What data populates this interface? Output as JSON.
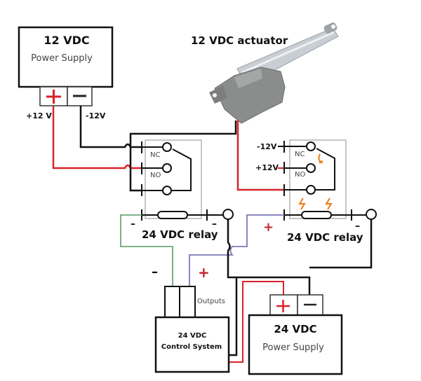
{
  "diagram": {
    "components": {
      "psu12": {
        "title": "12 VDC",
        "subtitle": "Power Supply",
        "plus": "+",
        "minus": "—"
      },
      "actuator": {
        "label": "12 VDC actuator"
      },
      "relay_left": {
        "label": "24 VDC relay",
        "nc": "NC",
        "no": "NO",
        "coil_minus_left": "–",
        "coil_minus_right": "–"
      },
      "relay_right": {
        "label": "24 VDC relay",
        "nc": "NC",
        "no": "NO",
        "coil_plus": "+",
        "coil_minus": "–",
        "input_neg": "-12V",
        "input_pos": "+12V"
      },
      "control": {
        "title": "24 VDC",
        "subtitle": "Control System",
        "outputs_label": "Outputs",
        "out_minus": "–",
        "out_plus": "+"
      },
      "psu24": {
        "title": "24 VDC",
        "subtitle": "Power Supply",
        "plus": "+",
        "minus": "—"
      }
    },
    "wire_labels": {
      "pos12": "+12 V",
      "neg12": "-12V"
    },
    "colors": {
      "positive": "#d9222a",
      "negative": "#111111",
      "green_wire": "#6aaa78",
      "purple_wire": "#7b79b8",
      "relay_box": "#b3b3b3",
      "spark": "#f07a12"
    }
  }
}
